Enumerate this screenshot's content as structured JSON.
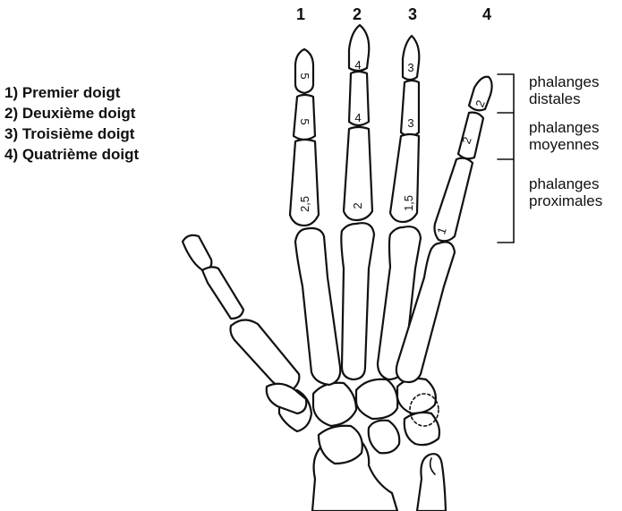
{
  "legend": {
    "items": [
      "1) Premier doigt",
      "2) Deuxième doigt",
      "3) Troisième doigt",
      "4) Quatrième doigt"
    ]
  },
  "finger_numbers": [
    "1",
    "2",
    "3",
    "4"
  ],
  "phalange_labels": {
    "distales": [
      "phalanges",
      "distales"
    ],
    "moyennes": [
      "phalanges",
      "moyennes"
    ],
    "proximales": [
      "phalanges",
      "proximales"
    ]
  },
  "bone_labels": {
    "f1_distal": "5",
    "f1_middle": "5",
    "f1_proximal": "2,5",
    "f2_distal": "4",
    "f2_middle": "4",
    "f2_proximal": "2",
    "f3_distal": "3",
    "f3_middle": "3",
    "f3_proximal": "1,5",
    "f4_distal": "2",
    "f4_middle": "2",
    "f4_proximal": "1"
  },
  "colors": {
    "line": "#111111",
    "background": "#ffffff"
  }
}
